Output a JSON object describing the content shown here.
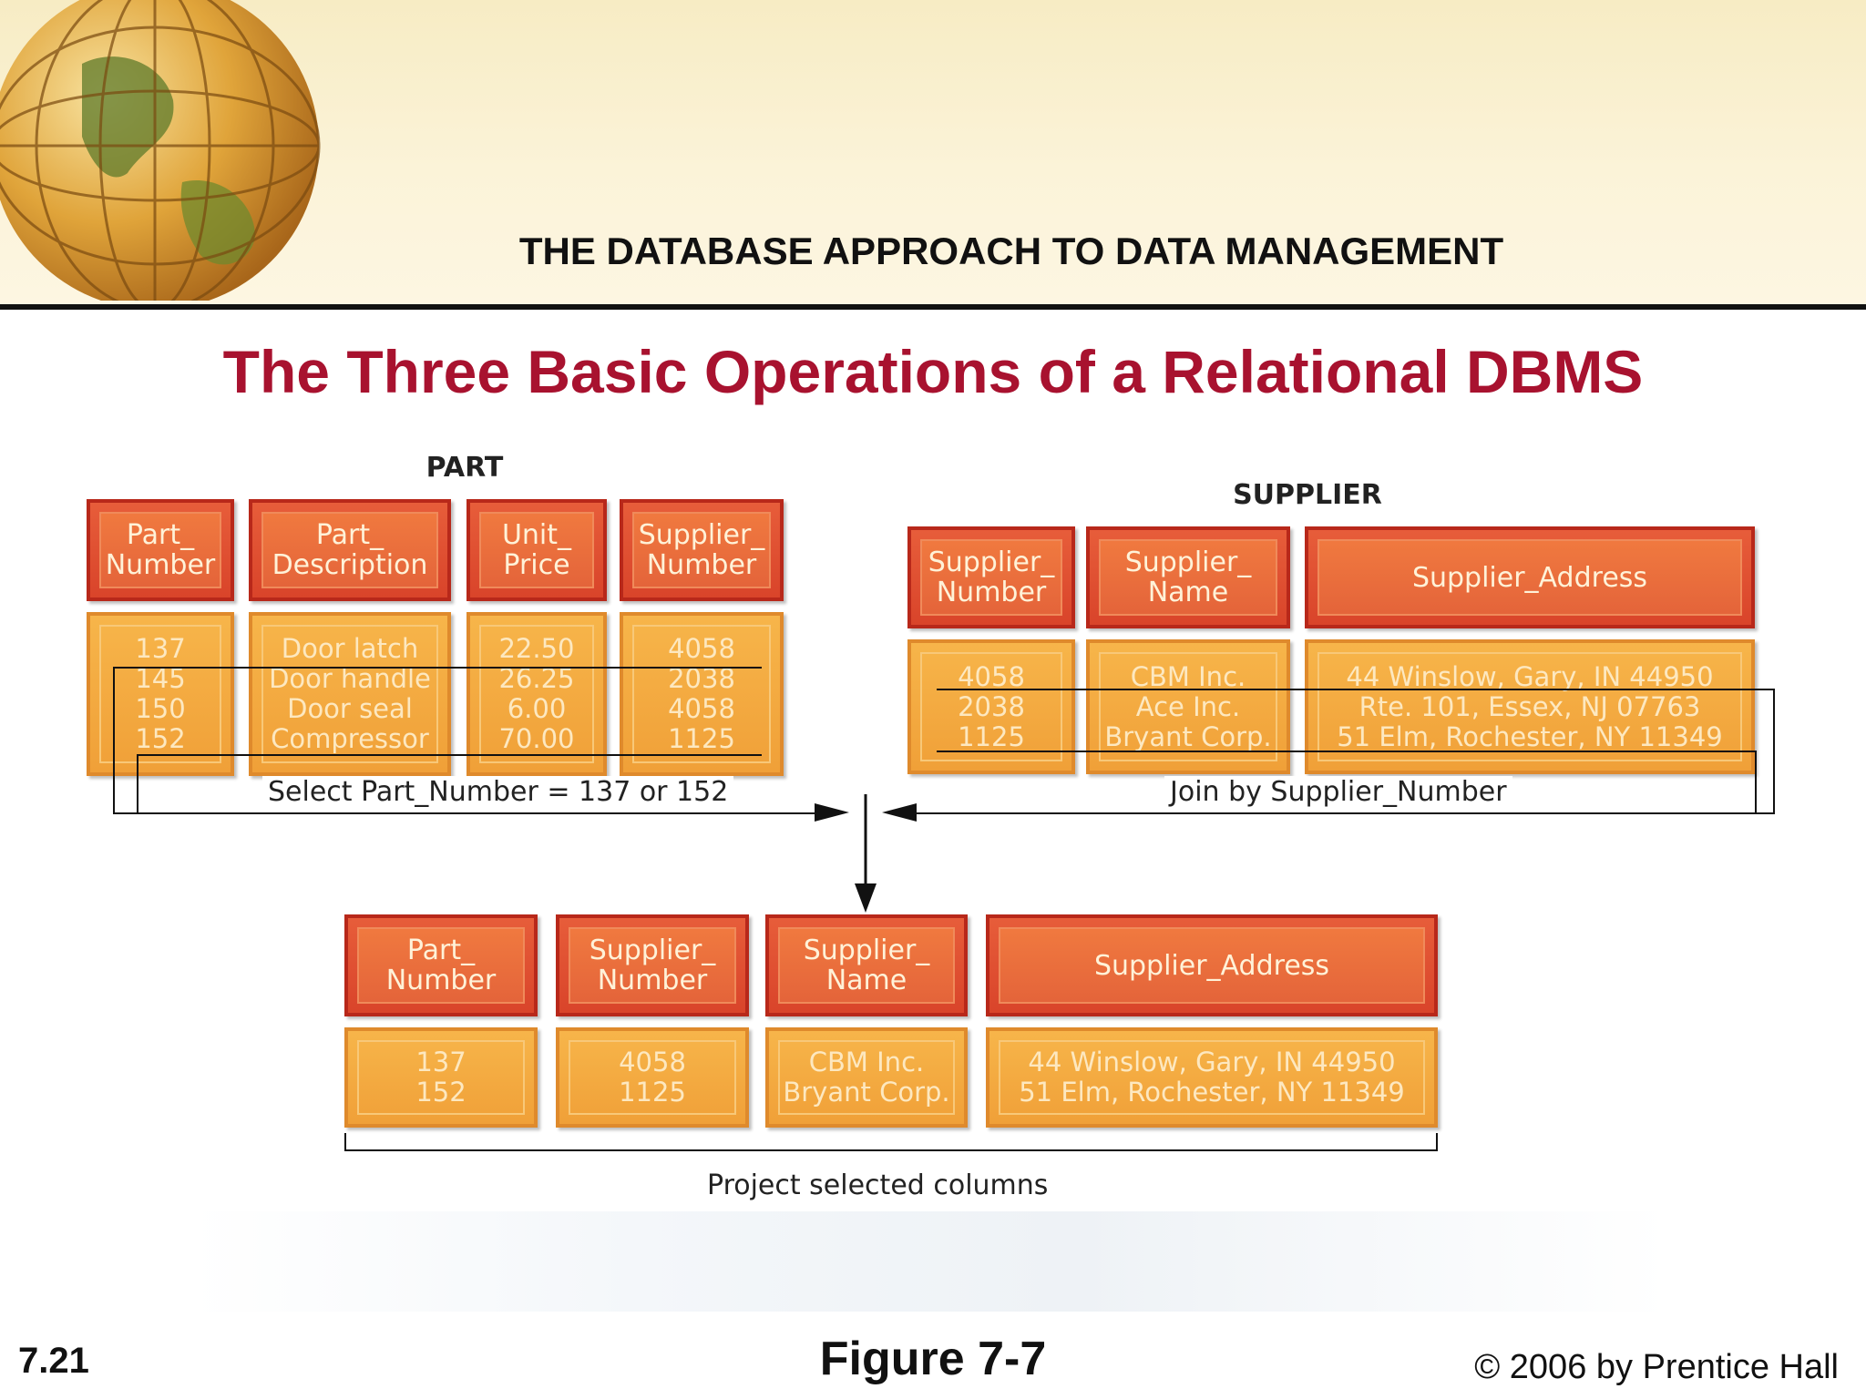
{
  "header": {
    "section_title": "THE DATABASE APPROACH TO DATA MANAGEMENT"
  },
  "slide": {
    "title": "The Three Basic Operations of a Relational DBMS"
  },
  "part_table": {
    "name": "PART",
    "columns": [
      {
        "header": "Part_\nNumber",
        "values": "137\n145\n150\n152"
      },
      {
        "header": "Part_\nDescription",
        "values": "Door latch\nDoor handle\nDoor seal\nCompressor"
      },
      {
        "header": "Unit_\nPrice",
        "values": "22.50\n26.25\n6.00\n70.00"
      },
      {
        "header": "Supplier_\nNumber",
        "values": "4058\n2038\n4058\n1125"
      }
    ]
  },
  "supplier_table": {
    "name": "SUPPLIER",
    "columns": [
      {
        "header": "Supplier_\nNumber",
        "values": "4058\n2038\n1125"
      },
      {
        "header": "Supplier_\nName",
        "values": "CBM Inc.\nAce Inc.\nBryant Corp."
      },
      {
        "header": "Supplier_Address",
        "values": "44 Winslow, Gary, IN   44950\nRte. 101, Essex,  NJ   07763\n51 Elm, Rochester,  NY   11349"
      }
    ]
  },
  "result_table": {
    "columns": [
      {
        "header": "Part_\nNumber",
        "values": "137\n152"
      },
      {
        "header": "Supplier_\nNumber",
        "values": "4058\n1125"
      },
      {
        "header": "Supplier_\nName",
        "values": "CBM Inc.\nBryant Corp."
      },
      {
        "header": "Supplier_Address",
        "values": "44 Winslow, Gary, IN   44950\n51 Elm, Rochester,  NY   11349"
      }
    ]
  },
  "operations": {
    "select_label": "Select Part_Number = 137 or 152",
    "join_label": "Join by Supplier_Number",
    "project_label": "Project selected columns"
  },
  "footer": {
    "slide_number": "7.21",
    "figure": "Figure 7-7",
    "copyright": "© 2006 by Prentice Hall"
  },
  "colors": {
    "title_red": "#a8122f",
    "header_orange_red": "#e05232",
    "cell_orange": "#f4a83f"
  }
}
